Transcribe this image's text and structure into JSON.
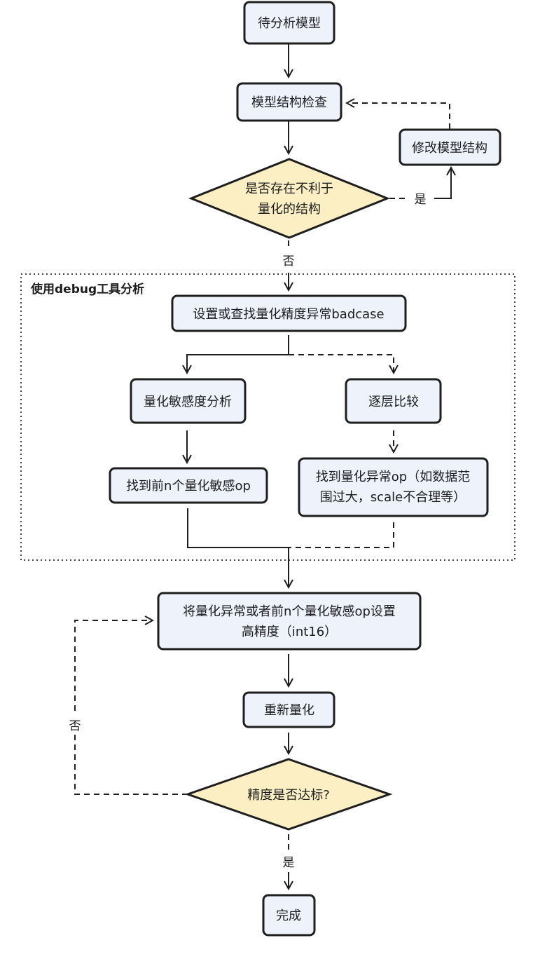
{
  "nodes": {
    "model_to_analyze": "待分析模型",
    "structure_check": "模型结构检查",
    "modify_structure": "修改模型结构",
    "unfavorable_structure_q": [
      "是否存在不利于",
      "量化的结构"
    ],
    "set_badcase": "设置或查找量化精度异常badcase",
    "sensitivity_analysis": "量化敏感度分析",
    "layer_compare": "逐层比较",
    "top_n_sensitive": "找到前n个量化敏感op",
    "find_abnormal_op": [
      "找到量化异常op（如数据范",
      "围过大，scale不合理等）"
    ],
    "set_high_precision": [
      "将量化异常或者前n个量化敏感op设置",
      "高精度（int16）"
    ],
    "requantize": "重新量化",
    "precision_ok_q": "精度是否达标?",
    "done": "完成"
  },
  "group_title": "使用debug工具分析",
  "edge_labels": {
    "yes_modify": "是",
    "no_to_debug": "否",
    "no_loop": "否",
    "yes_done": "是"
  }
}
